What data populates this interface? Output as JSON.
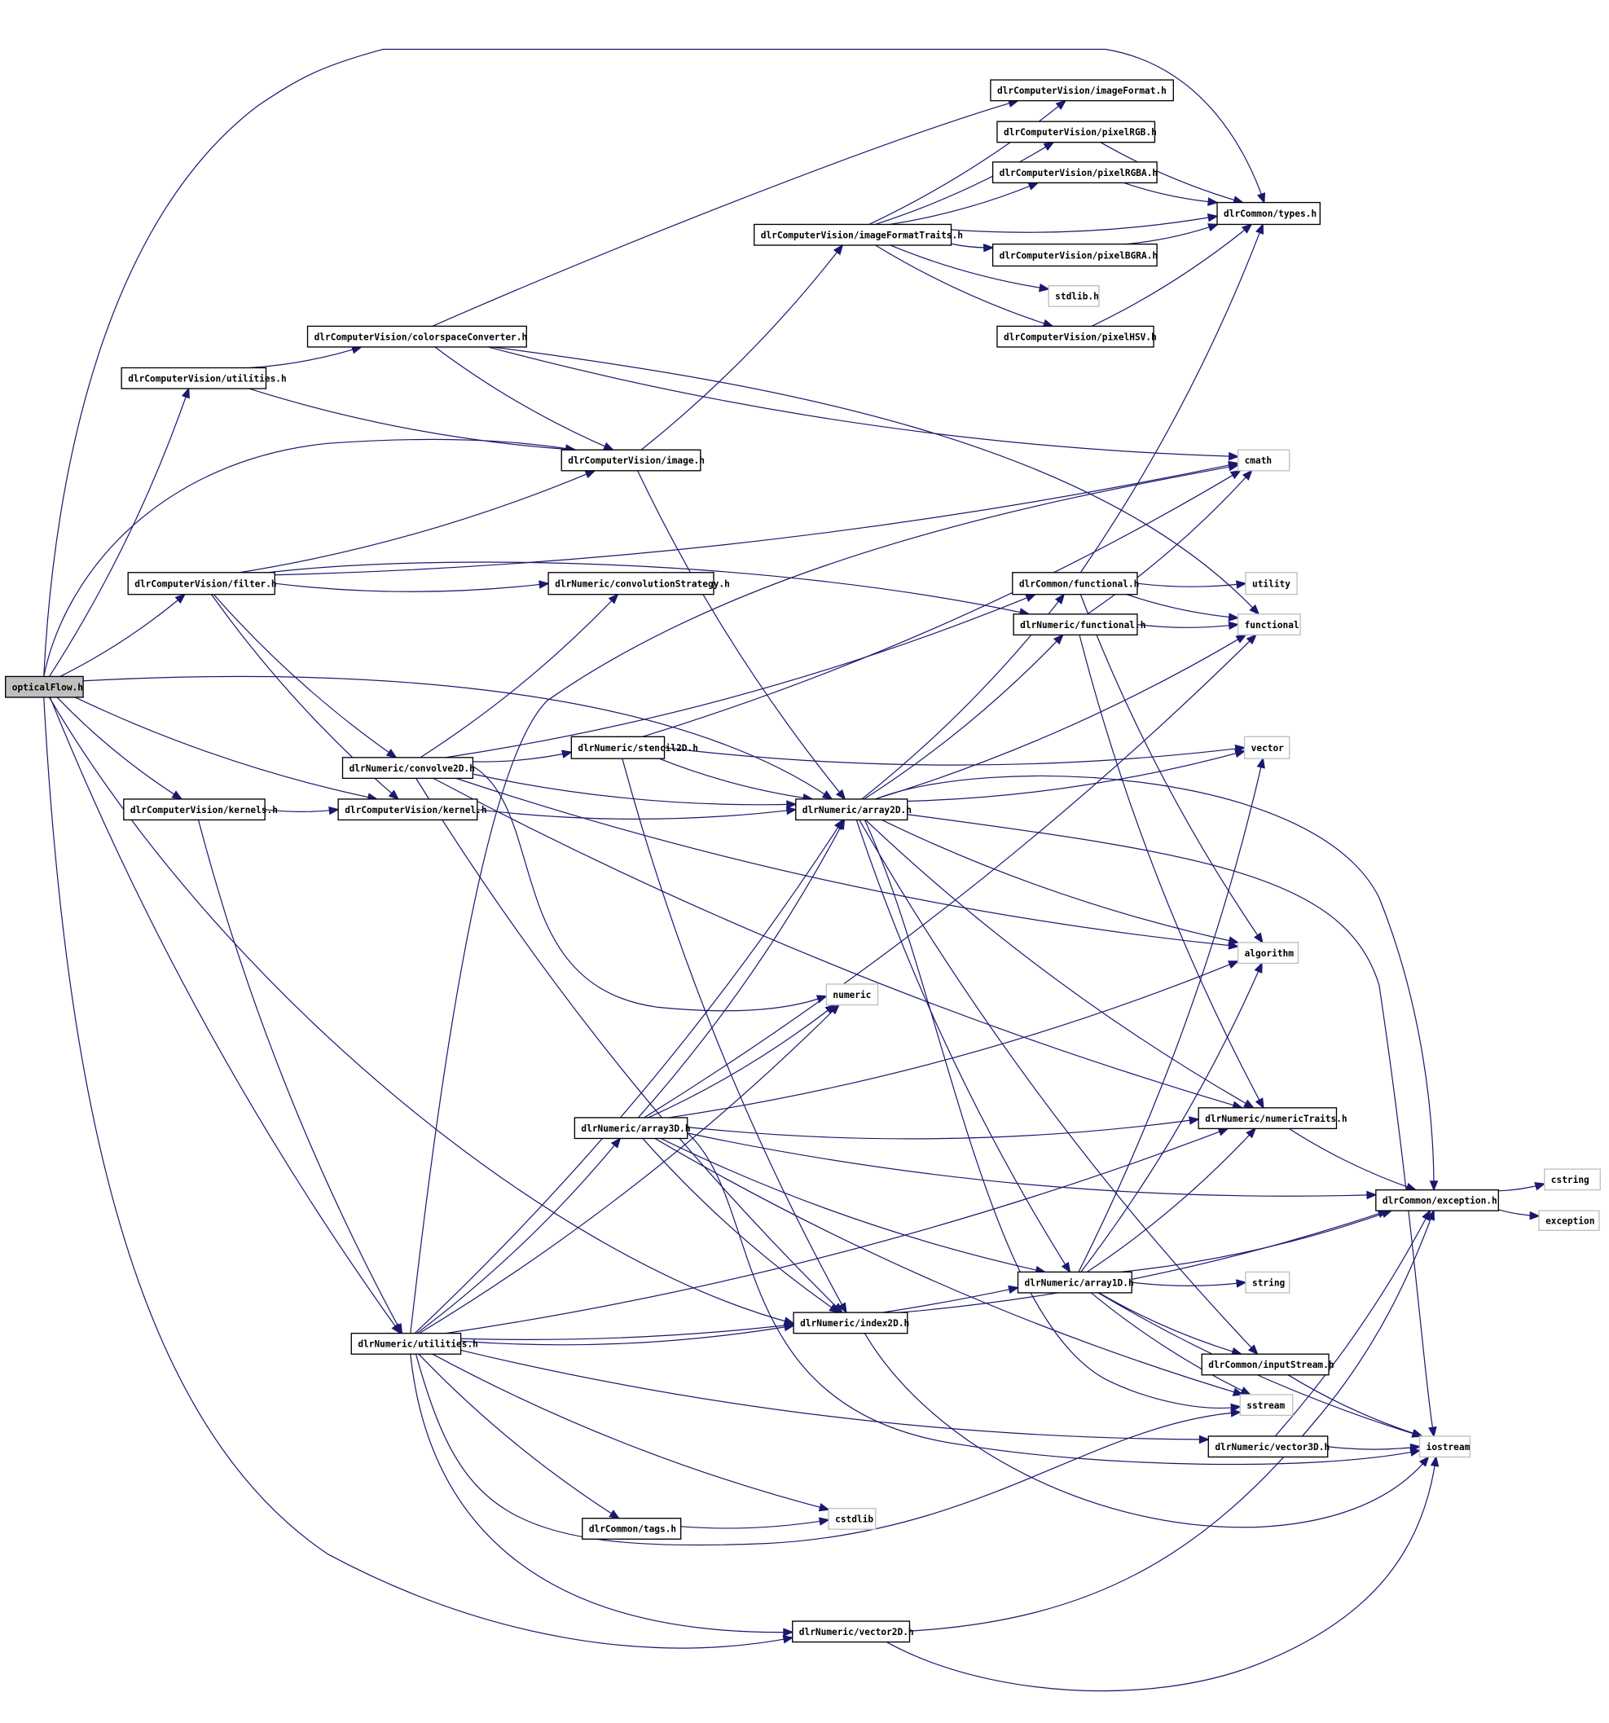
{
  "graph": {
    "title": "Include dependency graph for opticalFlow.h",
    "root": "opticalFlow.h",
    "colors": {
      "edge": "#191970",
      "root_fill": "#bfbfbf",
      "node_border": "#000000",
      "external_border": "#bfbfbf"
    },
    "nodes": [
      {
        "id": "opticalFlow",
        "label": "opticalFlow.h",
        "kind": "root"
      },
      {
        "id": "imageFormat",
        "label": "dlrComputerVision/imageFormat.h",
        "kind": "project"
      },
      {
        "id": "pixelRGB",
        "label": "dlrComputerVision/pixelRGB.h",
        "kind": "project"
      },
      {
        "id": "pixelRGBA",
        "label": "dlrComputerVision/pixelRGBA.h",
        "kind": "project"
      },
      {
        "id": "types",
        "label": "dlrCommon/types.h",
        "kind": "project"
      },
      {
        "id": "imageFormatTraits",
        "label": "dlrComputerVision/imageFormatTraits.h",
        "kind": "project"
      },
      {
        "id": "pixelBGRA",
        "label": "dlrComputerVision/pixelBGRA.h",
        "kind": "project"
      },
      {
        "id": "stdlib",
        "label": "stdlib.h",
        "kind": "external"
      },
      {
        "id": "pixelHSV",
        "label": "dlrComputerVision/pixelHSV.h",
        "kind": "project"
      },
      {
        "id": "colorspaceConverter",
        "label": "dlrComputerVision/colorspaceConverter.h",
        "kind": "project"
      },
      {
        "id": "cvUtilities",
        "label": "dlrComputerVision/utilities.h",
        "kind": "project"
      },
      {
        "id": "image",
        "label": "dlrComputerVision/image.h",
        "kind": "project"
      },
      {
        "id": "cmath",
        "label": "cmath",
        "kind": "external"
      },
      {
        "id": "filter",
        "label": "dlrComputerVision/filter.h",
        "kind": "project"
      },
      {
        "id": "convolutionStrategy",
        "label": "dlrNumeric/convolutionStrategy.h",
        "kind": "project"
      },
      {
        "id": "commonFunctional",
        "label": "dlrCommon/functional.h",
        "kind": "project"
      },
      {
        "id": "utility",
        "label": "utility",
        "kind": "external"
      },
      {
        "id": "numericFunctional",
        "label": "dlrNumeric/functional.h",
        "kind": "project"
      },
      {
        "id": "functional",
        "label": "functional",
        "kind": "external"
      },
      {
        "id": "convolve2D",
        "label": "dlrNumeric/convolve2D.h",
        "kind": "project"
      },
      {
        "id": "stencil2D",
        "label": "dlrNumeric/stencil2D.h",
        "kind": "project"
      },
      {
        "id": "vector",
        "label": "vector",
        "kind": "external"
      },
      {
        "id": "kernels",
        "label": "dlrComputerVision/kernels.h",
        "kind": "project"
      },
      {
        "id": "kernel",
        "label": "dlrComputerVision/kernel.h",
        "kind": "project"
      },
      {
        "id": "array2D",
        "label": "dlrNumeric/array2D.h",
        "kind": "project"
      },
      {
        "id": "algorithm",
        "label": "algorithm",
        "kind": "external"
      },
      {
        "id": "numeric",
        "label": "numeric",
        "kind": "external"
      },
      {
        "id": "array3D",
        "label": "dlrNumeric/array3D.h",
        "kind": "project"
      },
      {
        "id": "numericTraits",
        "label": "dlrNumeric/numericTraits.h",
        "kind": "project"
      },
      {
        "id": "exceptionH",
        "label": "dlrCommon/exception.h",
        "kind": "project"
      },
      {
        "id": "cstring",
        "label": "cstring",
        "kind": "external"
      },
      {
        "id": "exception",
        "label": "exception",
        "kind": "external"
      },
      {
        "id": "array1D",
        "label": "dlrNumeric/array1D.h",
        "kind": "project"
      },
      {
        "id": "string",
        "label": "string",
        "kind": "external"
      },
      {
        "id": "index2D",
        "label": "dlrNumeric/index2D.h",
        "kind": "project"
      },
      {
        "id": "numUtilities",
        "label": "dlrNumeric/utilities.h",
        "kind": "project"
      },
      {
        "id": "inputStream",
        "label": "dlrCommon/inputStream.h",
        "kind": "project"
      },
      {
        "id": "sstream",
        "label": "sstream",
        "kind": "external"
      },
      {
        "id": "vector3D",
        "label": "dlrNumeric/vector3D.h",
        "kind": "project"
      },
      {
        "id": "iostream",
        "label": "iostream",
        "kind": "external"
      },
      {
        "id": "cstdlib",
        "label": "cstdlib",
        "kind": "external"
      },
      {
        "id": "tags",
        "label": "dlrCommon/tags.h",
        "kind": "project"
      },
      {
        "id": "vector2D",
        "label": "dlrNumeric/vector2D.h",
        "kind": "project"
      }
    ],
    "edges": [
      [
        "opticalFlow",
        "types"
      ],
      [
        "opticalFlow",
        "cvUtilities"
      ],
      [
        "opticalFlow",
        "image"
      ],
      [
        "opticalFlow",
        "filter"
      ],
      [
        "opticalFlow",
        "array2D"
      ],
      [
        "opticalFlow",
        "kernel"
      ],
      [
        "opticalFlow",
        "kernels"
      ],
      [
        "opticalFlow",
        "index2D"
      ],
      [
        "opticalFlow",
        "numUtilities"
      ],
      [
        "opticalFlow",
        "vector2D"
      ],
      [
        "cvUtilities",
        "colorspaceConverter"
      ],
      [
        "cvUtilities",
        "image"
      ],
      [
        "colorspaceConverter",
        "imageFormat"
      ],
      [
        "colorspaceConverter",
        "image"
      ],
      [
        "colorspaceConverter",
        "cmath"
      ],
      [
        "colorspaceConverter",
        "functional"
      ],
      [
        "image",
        "imageFormatTraits"
      ],
      [
        "image",
        "array2D"
      ],
      [
        "imageFormatTraits",
        "imageFormat"
      ],
      [
        "imageFormatTraits",
        "pixelRGB"
      ],
      [
        "imageFormatTraits",
        "pixelRGBA"
      ],
      [
        "imageFormatTraits",
        "types"
      ],
      [
        "imageFormatTraits",
        "pixelBGRA"
      ],
      [
        "imageFormatTraits",
        "stdlib"
      ],
      [
        "imageFormatTraits",
        "pixelHSV"
      ],
      [
        "pixelRGB",
        "types"
      ],
      [
        "pixelRGBA",
        "types"
      ],
      [
        "pixelBGRA",
        "types"
      ],
      [
        "pixelHSV",
        "types"
      ],
      [
        "filter",
        "image"
      ],
      [
        "filter",
        "cmath"
      ],
      [
        "filter",
        "convolutionStrategy"
      ],
      [
        "filter",
        "numericFunctional"
      ],
      [
        "filter",
        "convolve2D"
      ],
      [
        "filter",
        "kernel"
      ],
      [
        "convolve2D",
        "convolutionStrategy"
      ],
      [
        "convolve2D",
        "commonFunctional"
      ],
      [
        "convolve2D",
        "stencil2D"
      ],
      [
        "convolve2D",
        "array2D"
      ],
      [
        "convolve2D",
        "algorithm"
      ],
      [
        "convolve2D",
        "numeric"
      ],
      [
        "convolve2D",
        "index2D"
      ],
      [
        "convolve2D",
        "numericTraits"
      ],
      [
        "stencil2D",
        "cmath"
      ],
      [
        "stencil2D",
        "vector"
      ],
      [
        "stencil2D",
        "array2D"
      ],
      [
        "stencil2D",
        "index2D"
      ],
      [
        "kernels",
        "kernel"
      ],
      [
        "kernels",
        "numUtilities"
      ],
      [
        "kernel",
        "array2D"
      ],
      [
        "commonFunctional",
        "types"
      ],
      [
        "commonFunctional",
        "utility"
      ],
      [
        "commonFunctional",
        "functional"
      ],
      [
        "commonFunctional",
        "algorithm"
      ],
      [
        "numericFunctional",
        "cmath"
      ],
      [
        "numericFunctional",
        "functional"
      ],
      [
        "numericFunctional",
        "numericTraits"
      ],
      [
        "array2D",
        "commonFunctional"
      ],
      [
        "array2D",
        "numericFunctional"
      ],
      [
        "array2D",
        "functional"
      ],
      [
        "array2D",
        "vector"
      ],
      [
        "array2D",
        "exceptionH"
      ],
      [
        "array2D",
        "iostream"
      ],
      [
        "array2D",
        "algorithm"
      ],
      [
        "array2D",
        "numericTraits"
      ],
      [
        "array2D",
        "array1D"
      ],
      [
        "array2D",
        "inputStream"
      ],
      [
        "array2D",
        "sstream"
      ],
      [
        "array3D",
        "array2D"
      ],
      [
        "array3D",
        "numeric"
      ],
      [
        "array3D",
        "functional"
      ],
      [
        "array3D",
        "algorithm"
      ],
      [
        "array3D",
        "numericTraits"
      ],
      [
        "array3D",
        "exceptionH"
      ],
      [
        "array3D",
        "array1D"
      ],
      [
        "array3D",
        "index2D"
      ],
      [
        "array3D",
        "sstream"
      ],
      [
        "array3D",
        "iostream"
      ],
      [
        "numericTraits",
        "exceptionH"
      ],
      [
        "exceptionH",
        "cstring"
      ],
      [
        "exceptionH",
        "exception"
      ],
      [
        "array1D",
        "vector"
      ],
      [
        "array1D",
        "algorithm"
      ],
      [
        "array1D",
        "numericTraits"
      ],
      [
        "array1D",
        "exceptionH"
      ],
      [
        "array1D",
        "string"
      ],
      [
        "array1D",
        "inputStream"
      ],
      [
        "array1D",
        "sstream"
      ],
      [
        "array1D",
        "iostream"
      ],
      [
        "index2D",
        "exceptionH"
      ],
      [
        "index2D",
        "iostream"
      ],
      [
        "numUtilities",
        "cmath"
      ],
      [
        "numUtilities",
        "array2D"
      ],
      [
        "numUtilities",
        "numeric"
      ],
      [
        "numUtilities",
        "array3D"
      ],
      [
        "numUtilities",
        "index2D"
      ],
      [
        "numUtilities",
        "numericTraits"
      ],
      [
        "numUtilities",
        "array1D"
      ],
      [
        "numUtilities",
        "vector3D"
      ],
      [
        "numUtilities",
        "cstdlib"
      ],
      [
        "numUtilities",
        "tags"
      ],
      [
        "numUtilities",
        "sstream"
      ],
      [
        "numUtilities",
        "vector2D"
      ],
      [
        "inputStream",
        "iostream"
      ],
      [
        "vector3D",
        "exceptionH"
      ],
      [
        "vector3D",
        "iostream"
      ],
      [
        "tags",
        "cstdlib"
      ],
      [
        "vector2D",
        "exceptionH"
      ],
      [
        "vector2D",
        "iostream"
      ]
    ]
  }
}
